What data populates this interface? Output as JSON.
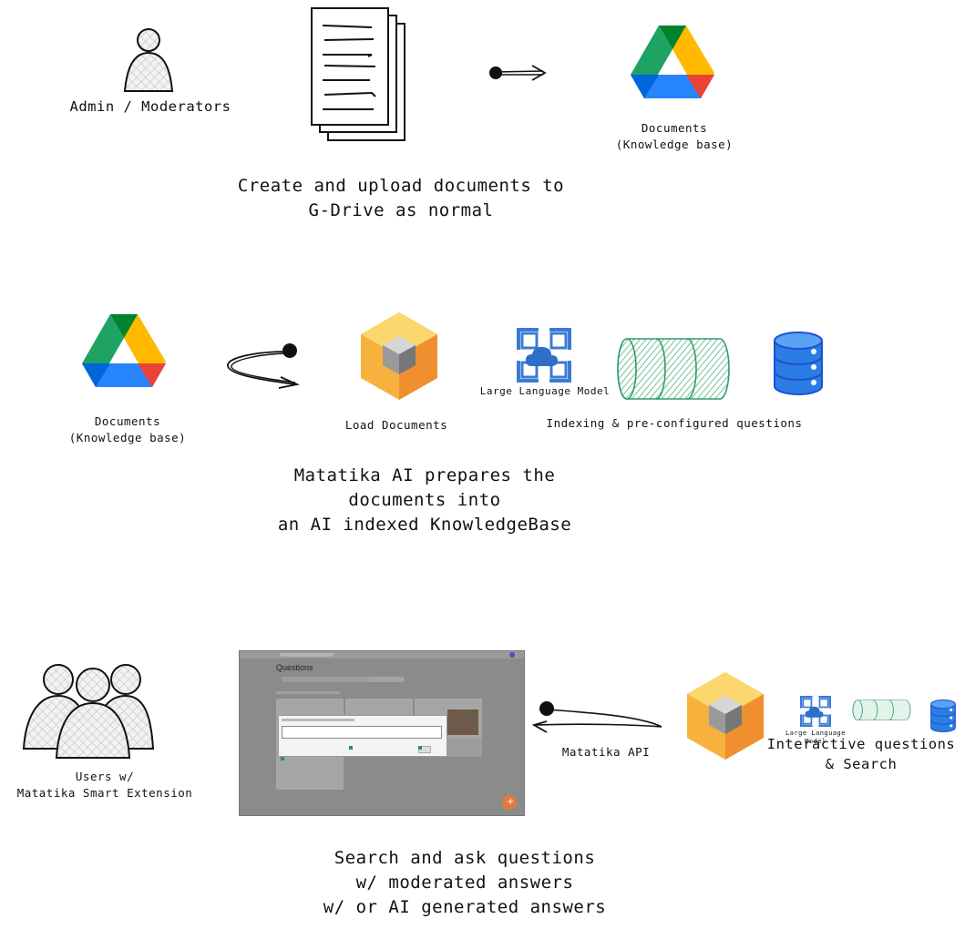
{
  "section1": {
    "actor_label": "Admin / Moderators",
    "drive_label": "Documents\n(Knowledge base)",
    "caption": "Create and upload documents to\nG-Drive as normal"
  },
  "section2": {
    "drive_label": "Documents\n(Knowledge base)",
    "load_label": "Load Documents",
    "llm_label": "Large Language Model",
    "index_label": "Indexing & pre-configured questions",
    "caption": "Matatika AI prepares the\ndocuments into\nan AI indexed KnowledgeBase"
  },
  "section3": {
    "users_label": "Users w/\nMatatika Smart Extension",
    "api_label": "Matatika API",
    "llm_label": "Large Language Model",
    "interactive_label": "Interactive questions\n& Search",
    "caption": "Search and ask questions\nw/ moderated answers\nw/ or AI generated answers",
    "screenshot": {
      "page_title": "Questions"
    }
  },
  "colors": {
    "drive_green": "#1ea362",
    "drive_yellow": "#ffba00",
    "drive_blue": "#2684fc",
    "drive_darkgreen": "#00832d",
    "drive_red": "#ea4335",
    "box_orange": "#f7a531",
    "box_orange_dark": "#e07f27",
    "azure_blue": "#3a7bd5",
    "cylinder_green": "#2e9d6a",
    "database_blue": "#1f4fd6",
    "fab_orange": "#e07a3a"
  },
  "icons": {
    "admin": "person-icon",
    "docs": "document-stack-icon",
    "drive": "google-drive-icon",
    "box": "package-box-icon",
    "llm": "cloud-network-icon",
    "pipe": "cylinder-pipe-icon",
    "db": "database-icon",
    "users": "user-group-icon"
  }
}
